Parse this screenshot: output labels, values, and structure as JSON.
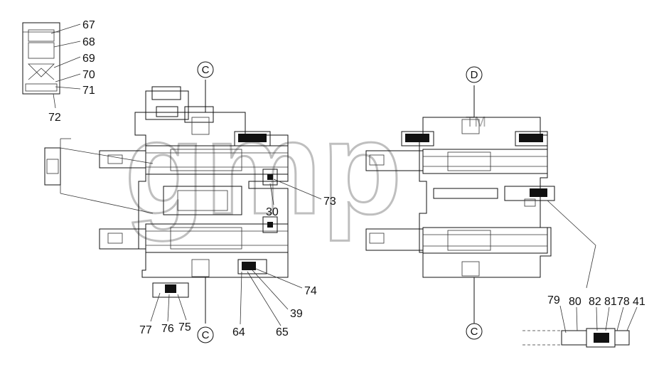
{
  "watermark": {
    "text": "gmp",
    "tm": "TM"
  },
  "section_markers": {
    "top_left": "C",
    "bottom_left": "C",
    "top_right": "D",
    "bottom_right": "C"
  },
  "callouts": {
    "c67": "67",
    "c68": "68",
    "c69": "69",
    "c70": "70",
    "c71": "71",
    "c72": "72",
    "c73": "73",
    "c30": "30",
    "c74": "74",
    "c39": "39",
    "c65": "65",
    "c64": "64",
    "c77": "77",
    "c76": "76",
    "c75": "75",
    "c79": "79",
    "c80": "80",
    "c82": "82",
    "c81": "81",
    "c78": "78",
    "c41": "41"
  }
}
